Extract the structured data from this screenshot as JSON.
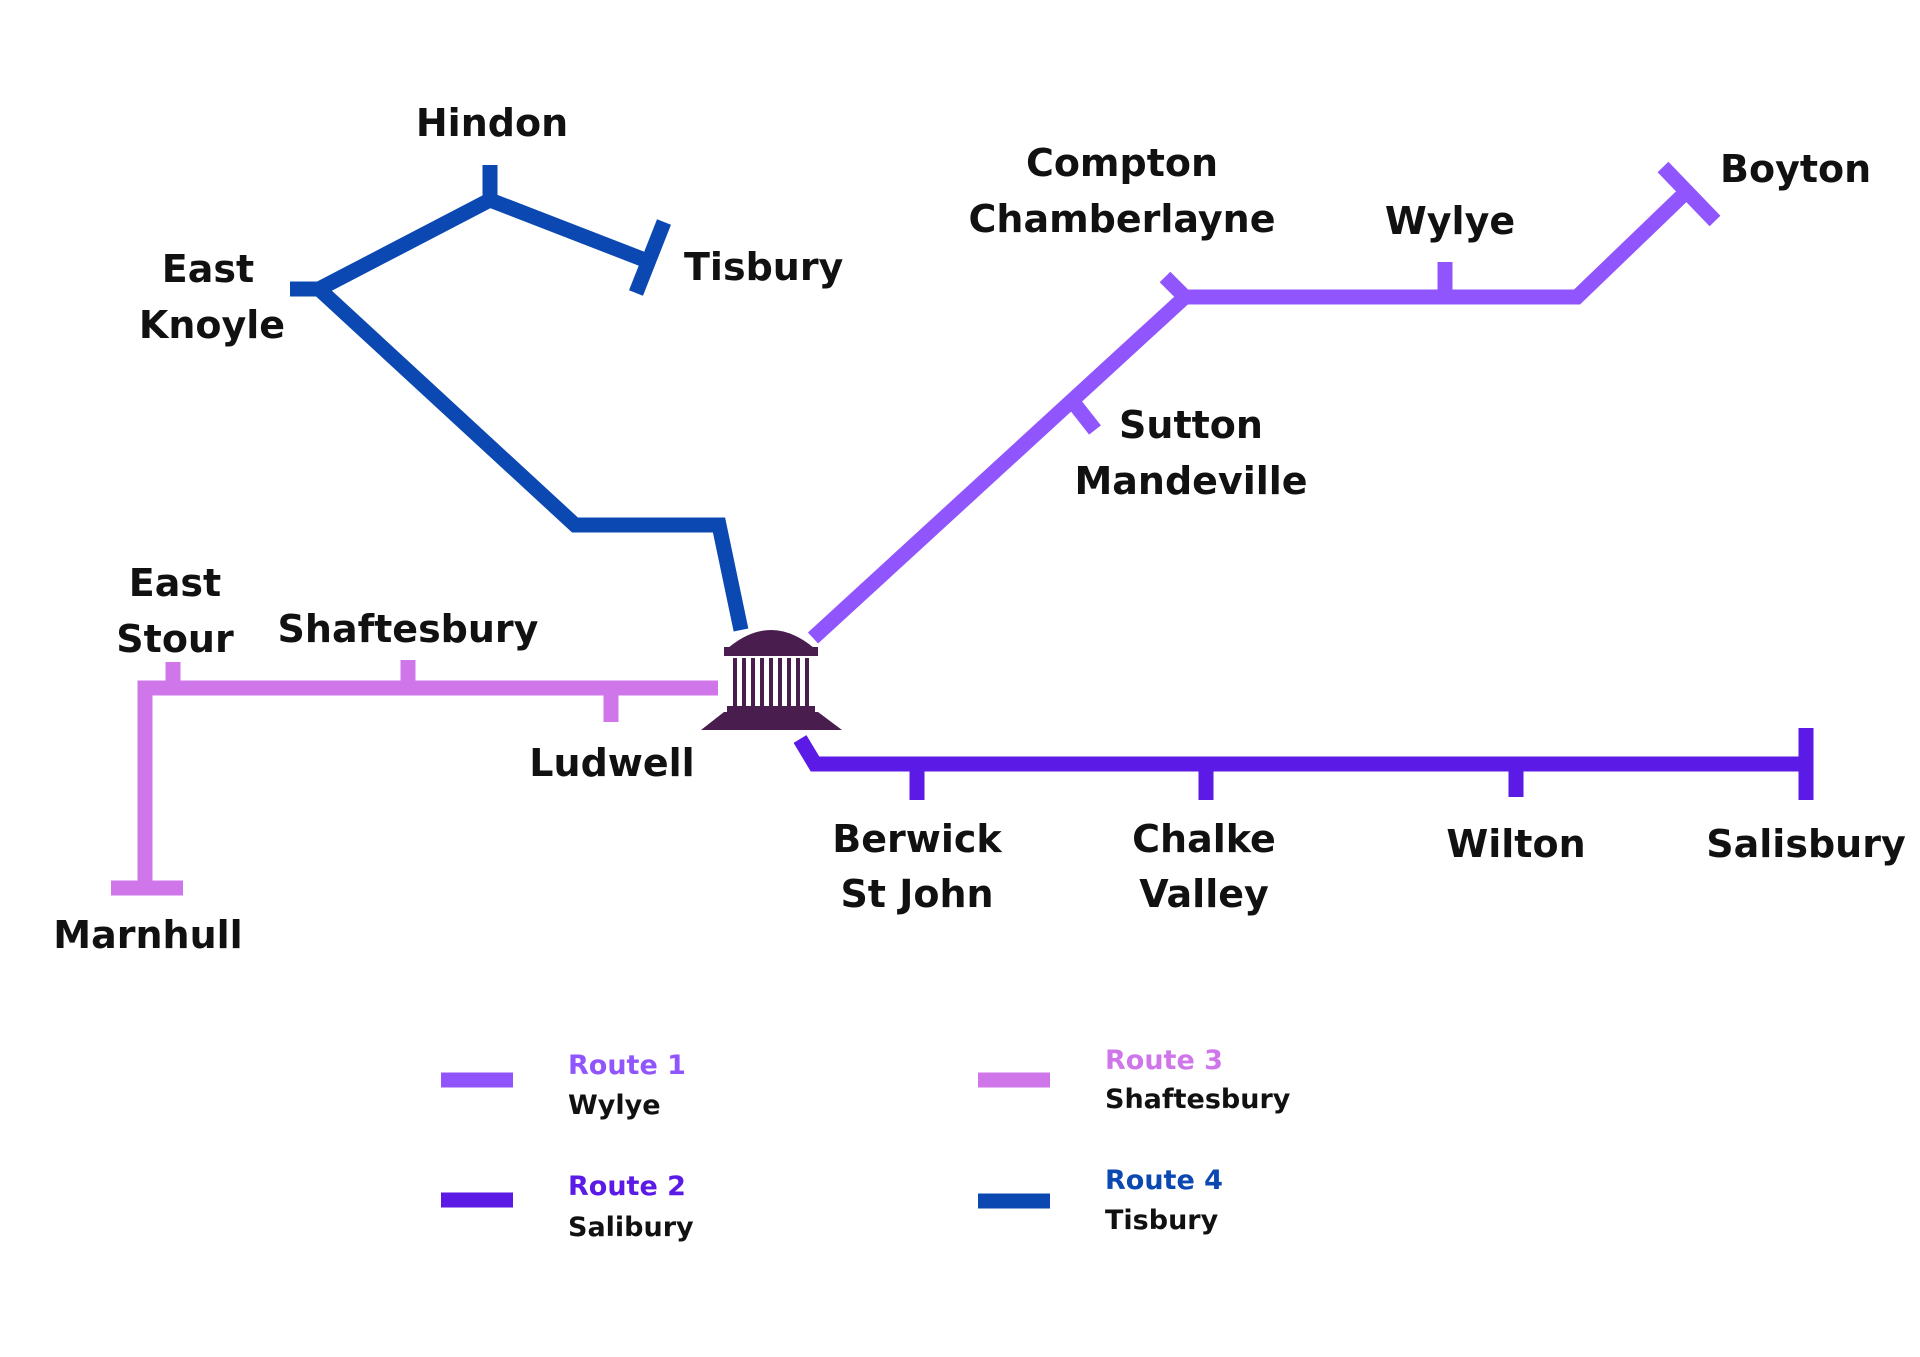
{
  "colors": {
    "route1": "#9155FD",
    "route2": "#5B1AE6",
    "route3": "#CF77EA",
    "route4": "#0B48B2",
    "hub": "#4A1D4F",
    "text": "#111111"
  },
  "hub": {
    "icon": "museum-building-icon"
  },
  "routes": [
    {
      "id": "route1",
      "label": "Route 1",
      "name": "Wylye",
      "stations": [
        "Sutton Mandeville",
        "Compton Chamberlayne",
        "Wylye",
        "Boyton"
      ]
    },
    {
      "id": "route2",
      "label": "Route 2",
      "name": "Salibury",
      "stations": [
        "Berwick St John",
        "Chalke Valley",
        "Wilton",
        "Salisbury"
      ]
    },
    {
      "id": "route3",
      "label": "Route 3",
      "name": "Shaftesbury",
      "stations": [
        "Ludwell",
        "Shaftesbury",
        "East Stour",
        "Marnhull"
      ]
    },
    {
      "id": "route4",
      "label": "Route 4",
      "name": "Tisbury",
      "stations": [
        "East Knoyle",
        "Hindon",
        "Tisbury"
      ]
    }
  ],
  "labels": {
    "hindon": "Hindon",
    "tisbury": "Tisbury",
    "east_knoyle_1": "East",
    "east_knoyle_2": "Knoyle",
    "compton_1": "Compton",
    "compton_2": "Chamberlayne",
    "wylye": "Wylye",
    "boyton": "Boyton",
    "sutton_1": "Sutton",
    "sutton_2": "Mandeville",
    "east_stour_1": "East",
    "east_stour_2": "Stour",
    "shaftesbury": "Shaftesbury",
    "ludwell": "Ludwell",
    "marnhull": "Marnhull",
    "berwick_1": "Berwick",
    "berwick_2": "St John",
    "chalke_1": "Chalke",
    "chalke_2": "Valley",
    "wilton": "Wilton",
    "salisbury": "Salisbury"
  },
  "legend": {
    "route1": {
      "title": "Route 1",
      "sub": "Wylye"
    },
    "route2": {
      "title": "Route 2",
      "sub": "Salibury"
    },
    "route3": {
      "title": "Route 3",
      "sub": "Shaftesbury"
    },
    "route4": {
      "title": "Route 4",
      "sub": "Tisbury"
    }
  }
}
